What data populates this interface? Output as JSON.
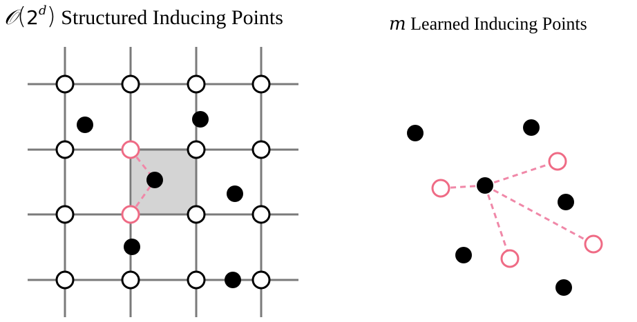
{
  "left_panel": {
    "title_symbol": "𝒪",
    "title_paren_open": "(",
    "title_base": "2",
    "title_exponent": "d",
    "title_paren_close": ")",
    "title_text": "Structured Inducing Points"
  },
  "right_panel": {
    "title_symbol": "m",
    "title_text": "Learned Inducing Points"
  },
  "colors": {
    "grid_line": "#7a7a7a",
    "highlight_cell": "#d4d4d4",
    "data_point": "#000000",
    "inducing_point": "#000000",
    "selected_inducing_point": "#ef6b85",
    "connector": "#f088a8"
  }
}
